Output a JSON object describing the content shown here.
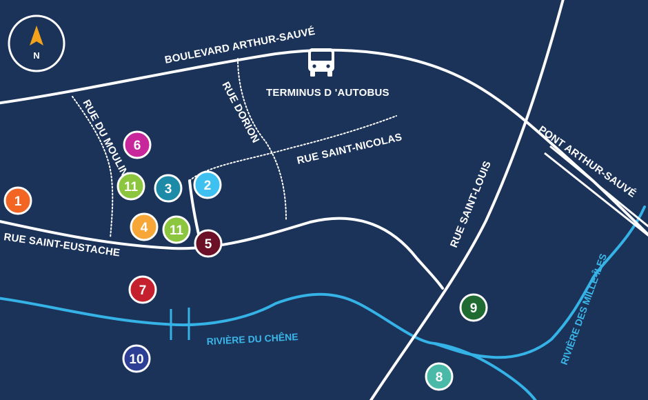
{
  "map": {
    "background": "#1b3359",
    "road_color": "#ffffff",
    "water_color": "#35b2e6"
  },
  "compass": {
    "label": "N",
    "arrow_color": "#f4a21c",
    "icon": "north-arrow-icon"
  },
  "bus_terminal": {
    "label": "TERMINUS D 'AUTOBUS",
    "icon": "bus-icon"
  },
  "streets": {
    "boulevard_arthur_sauve": "BOULEVARD ARTHUR-SAUVÉ",
    "rue_du_moulin": "RUE DU MOULIN",
    "rue_dorion": "RUE DORION",
    "rue_saint_nicolas": "RUE SAINT-NICOLAS",
    "rue_saint_eustache": "RUE SAINT-EUSTACHE",
    "rue_saint_louis": "RUE SAINT-LOUIS",
    "pont_arthur_sauve": "PONT ARTHUR-SAUVÉ"
  },
  "waterways": {
    "riviere_du_chene": "RIVIÈRE DU CHÊNE",
    "riviere_des_mille_iles": "RIVIÈRE DES MILLE-ÎLES"
  },
  "markers": [
    {
      "id": "m1",
      "label": "1",
      "color": "#f26522"
    },
    {
      "id": "m2",
      "label": "2",
      "color": "#3ec1f0"
    },
    {
      "id": "m3",
      "label": "3",
      "color": "#1d8aa8"
    },
    {
      "id": "m4",
      "label": "4",
      "color": "#f7a738"
    },
    {
      "id": "m5",
      "label": "5",
      "color": "#6b1026"
    },
    {
      "id": "m6",
      "label": "6",
      "color": "#c7279b"
    },
    {
      "id": "m7",
      "label": "7",
      "color": "#c4202e"
    },
    {
      "id": "m8",
      "label": "8",
      "color": "#4bb9a8"
    },
    {
      "id": "m9",
      "label": "9",
      "color": "#1f6b32"
    },
    {
      "id": "m10",
      "label": "10",
      "color": "#2c3f94"
    },
    {
      "id": "m11a",
      "label": "11",
      "color": "#8cc63f"
    },
    {
      "id": "m11b",
      "label": "11",
      "color": "#8cc63f"
    }
  ]
}
